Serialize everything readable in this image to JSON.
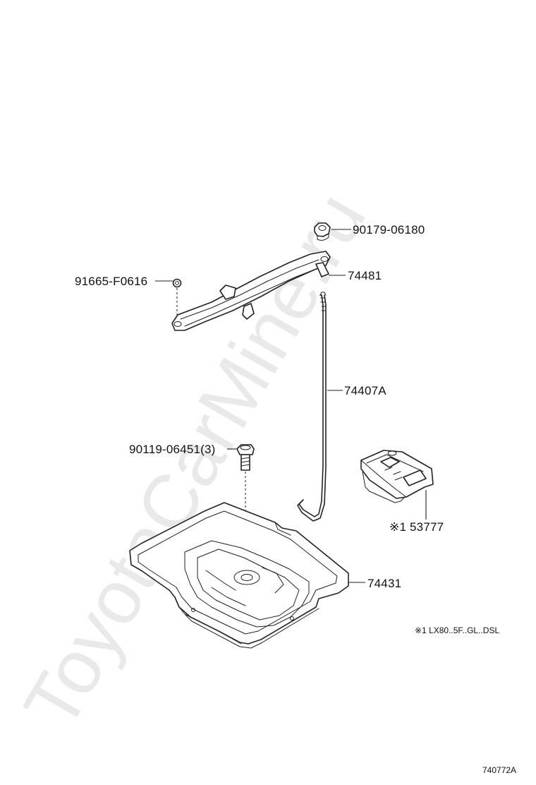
{
  "watermark": "ToyotaCarMine.ru",
  "parts": {
    "nut": "90179-06180",
    "clamp": "74481",
    "clip": "91665-F0616",
    "rod": "74407A",
    "bolt": "90119-06451(3)",
    "box": "※1 53777",
    "tray": "74431"
  },
  "footnote": "※1 LX80..5F..GL..DSL",
  "diagram_id": "740772A",
  "colors": {
    "line": "#222222",
    "watermark": "#e9e9e9",
    "background": "#ffffff"
  }
}
